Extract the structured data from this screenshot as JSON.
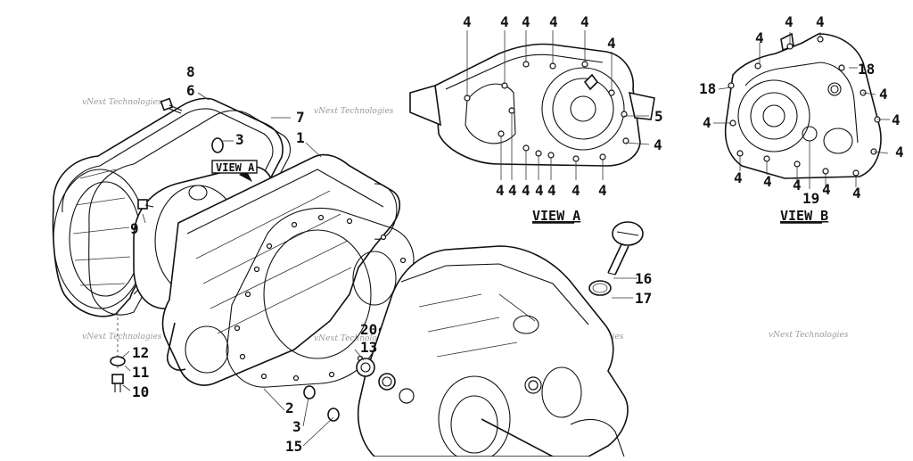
{
  "diagram": {
    "watermark": "vNext Technologies",
    "view_a_title": "VIEW A",
    "view_b_title": "VIEW B",
    "callout_box": "VIEW A",
    "callouts": {
      "c1": "1",
      "c2": "2",
      "c3a": "3",
      "c3b": "3",
      "c5": "5",
      "c6": "6",
      "c7": "7",
      "c8": "8",
      "c9": "9",
      "c10": "10",
      "c11": "11",
      "c12": "12",
      "c13": "13",
      "c15": "15",
      "c16": "16",
      "c17": "17",
      "c18a": "18",
      "c18b": "18",
      "c19": "19",
      "c20": "20"
    },
    "bolt_label": "4"
  }
}
